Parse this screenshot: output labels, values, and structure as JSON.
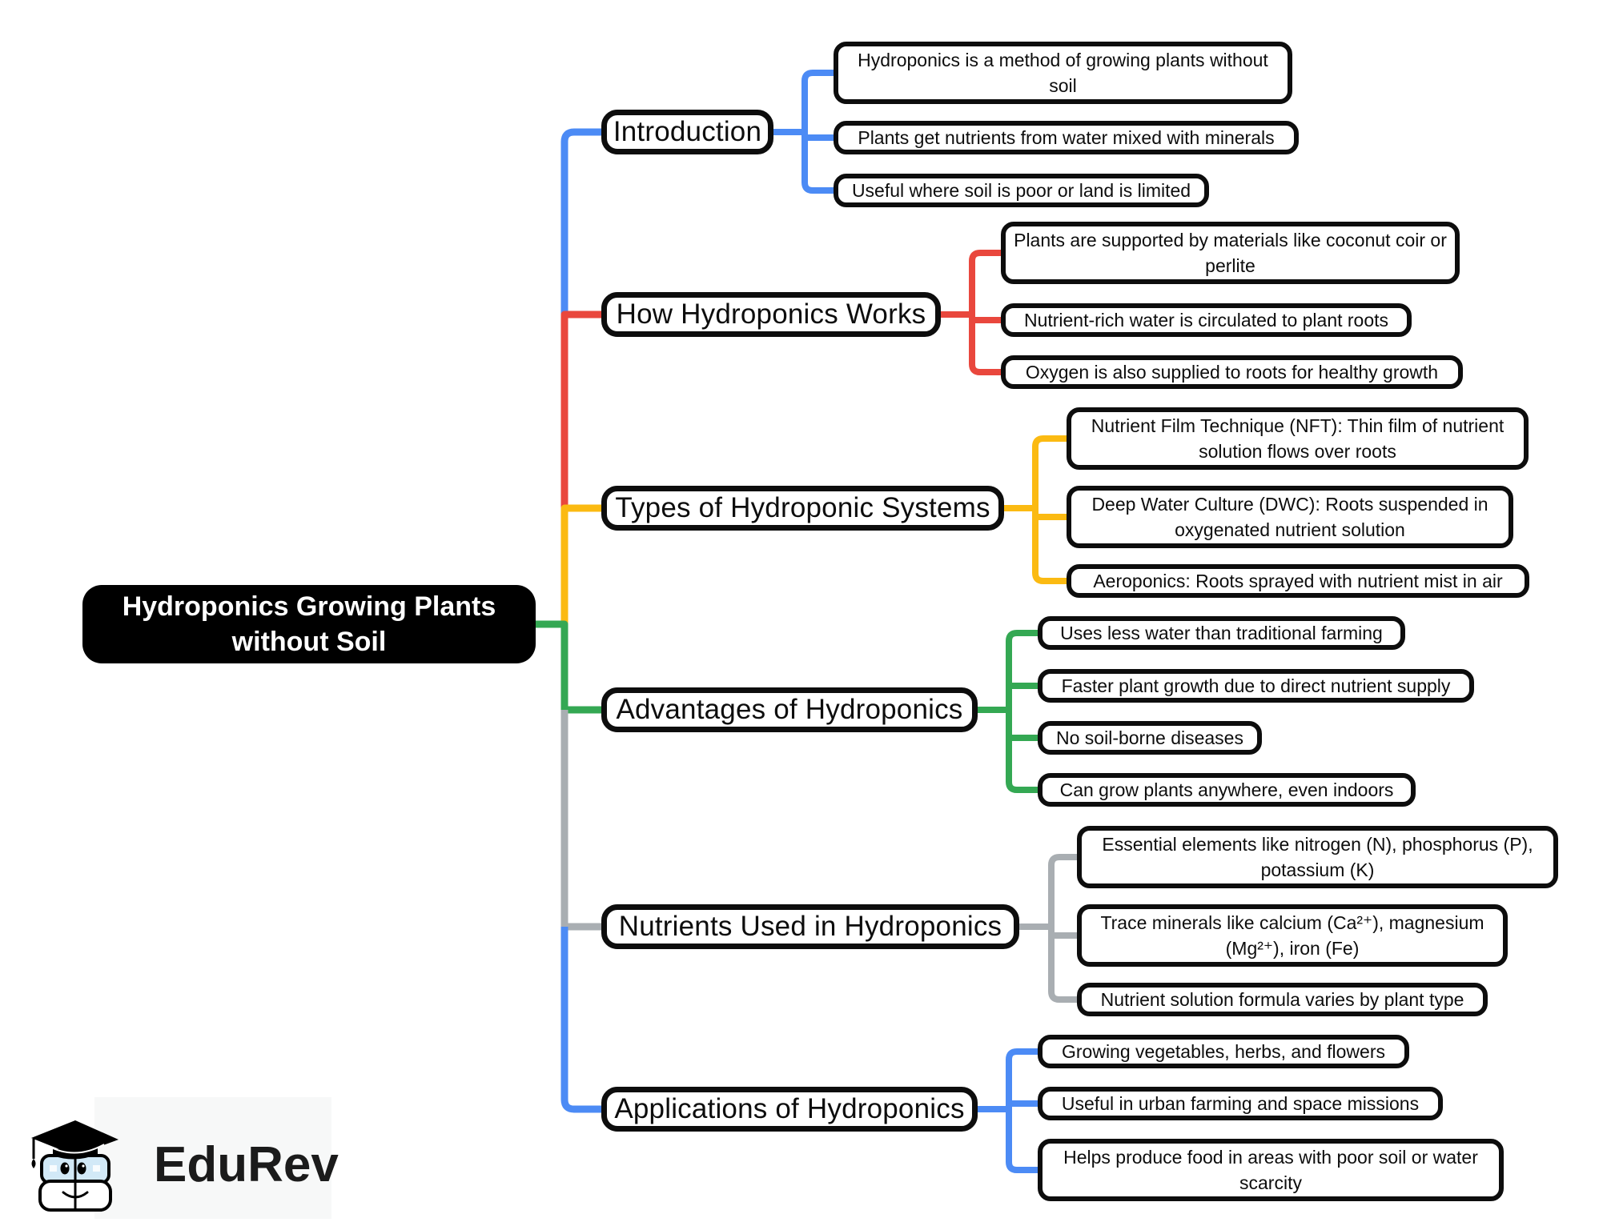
{
  "root": {
    "label": "Hydroponics Growing Plants without Soil"
  },
  "branches": [
    {
      "label": "Introduction",
      "color": "#4C8BF5",
      "leaves": [
        "Hydroponics is a method of growing plants without soil",
        "Plants get nutrients from water mixed with minerals",
        "Useful where soil is poor or land is limited"
      ]
    },
    {
      "label": "How Hydroponics Works",
      "color": "#E9473D",
      "leaves": [
        "Plants are supported by materials like coconut coir or perlite",
        "Nutrient-rich water is circulated to plant roots",
        "Oxygen is also supplied to roots for healthy growth"
      ]
    },
    {
      "label": "Types of Hydroponic Systems",
      "color": "#FBBA12",
      "leaves": [
        "Nutrient Film Technique (NFT): Thin film of nutrient solution flows over roots",
        "Deep Water Culture (DWC): Roots suspended in oxygenated nutrient solution",
        "Aeroponics: Roots sprayed with nutrient mist in air"
      ]
    },
    {
      "label": "Advantages of Hydroponics",
      "color": "#34A853",
      "leaves": [
        "Uses less water than traditional farming",
        "Faster plant growth due to direct nutrient supply",
        "No soil-borne diseases",
        "Can grow plants anywhere, even indoors"
      ]
    },
    {
      "label": "Nutrients Used in Hydroponics",
      "color": "#A9AEB2",
      "leaves": [
        "Essential elements like nitrogen (N), phosphorus (P), potassium (K)",
        "Trace minerals like calcium (Ca²⁺), magnesium (Mg²⁺), iron (Fe)",
        "Nutrient solution formula varies by plant type"
      ]
    },
    {
      "label": "Applications of Hydroponics",
      "color": "#4C8BF5",
      "leaves": [
        "Growing vegetables, herbs, and flowers",
        "Useful in urban farming and space missions",
        "Helps produce food in areas with poor soil or water scarcity"
      ]
    }
  ],
  "logo": {
    "brand": "EduRev"
  },
  "colors": {
    "root_bg": "#000000",
    "root_text": "#FFFFFF",
    "node_bg": "#FFFFFF",
    "canvas_bg": "#FFFFFF"
  }
}
